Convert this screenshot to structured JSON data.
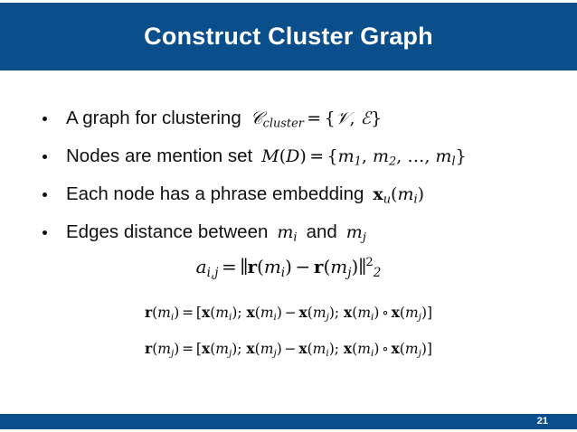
{
  "slide": {
    "title": "Construct Cluster Graph",
    "page_number": "21",
    "colors": {
      "band_blue": "#0a4e8c",
      "background": "#ffffff",
      "text": "#101010",
      "title_text": "#ffffff"
    }
  },
  "bullets": [
    {
      "text": "A graph for clustering",
      "math": {
        "lhs_symbol": "G",
        "lhs_subscript": "cluster",
        "relation": "=",
        "rhs": "{V, E}",
        "plain": "G_cluster = {V, E}"
      }
    },
    {
      "text": "Nodes are mention set",
      "math": {
        "lhs_symbol": "M(D)",
        "relation": "=",
        "rhs": "{m_1, m_2, ..., m_l}",
        "plain": "M(D) = {m1, m2, ..., ml}"
      }
    },
    {
      "text": "Each node has a phrase embedding",
      "math": {
        "lhs_symbol": "x",
        "lhs_subscript": "u",
        "argument": "(m_i)",
        "plain": "x_u(m_i)"
      }
    },
    {
      "text_before": "Edges distance between",
      "text_middle": "and",
      "math_left": "m_i",
      "math_right": "m_j",
      "plain": "Edges distance between m_i and m_j"
    }
  ],
  "equations": [
    {
      "name": "edge-weight",
      "plain": "a_{i,j} = || r(m_i) - r(m_j) ||_2^2",
      "lhs": "a",
      "lhs_subscript": "i,j",
      "relation": "=",
      "norm_subscript": "2",
      "norm_superscript": "2"
    },
    {
      "name": "representation-i",
      "plain": "r(m_i) = [x(m_i); x(m_i) - x(m_j); x(m_i) o x(m_j)]"
    },
    {
      "name": "representation-j",
      "plain": "r(m_j) = [x(m_j); x(m_j) - x(m_i); x(m_i) o x(m_j)]"
    }
  ]
}
